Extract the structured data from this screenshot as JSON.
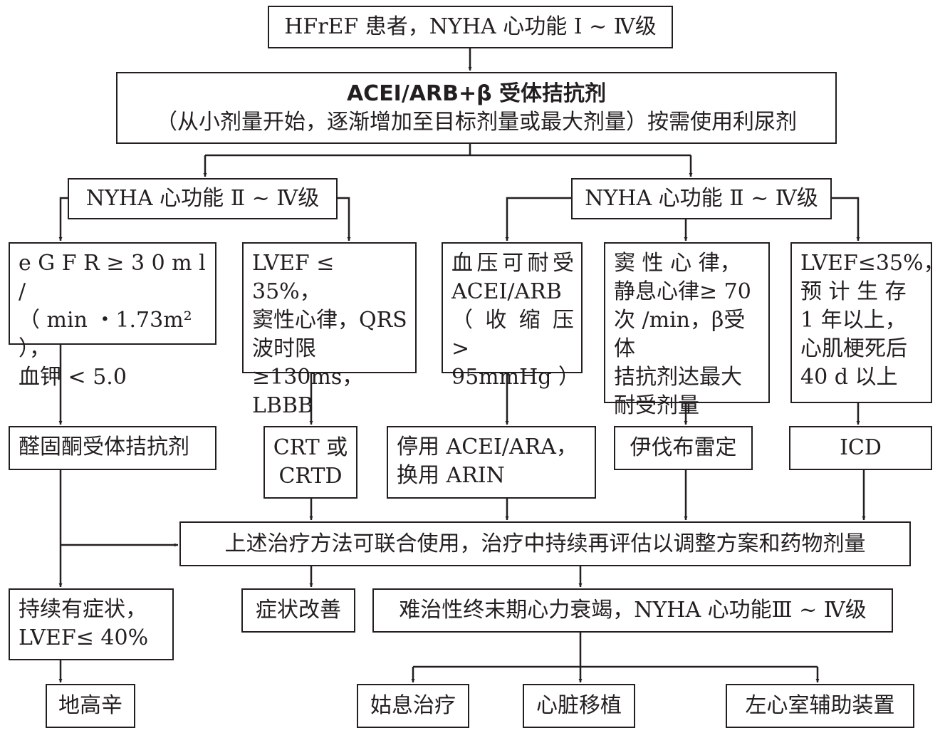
{
  "diagram": {
    "top": "HFrEF 患者，NYHA 心功能 Ⅰ ~ Ⅳ级",
    "treatment_line1": "ACEI/ARB+β 受体拮抗剂",
    "treatment_line2": "（从小剂量开始，逐渐增加至目标剂量或最大剂量）按需使用利尿剂",
    "nyha_left": "NYHA 心功能 Ⅱ ~ Ⅳ级",
    "nyha_right": "NYHA 心功能 Ⅱ ~ Ⅳ级",
    "cond_egfr": "e G F R ≥ 3 0 m l /\n（ min ・1.73m² ），\n血钾 < 5.0",
    "cond_lvef_qrs": "LVEF ≤ 35%，\n窦性心律，QRS\n波时限≥130ms，\nLBBB",
    "cond_bp": "血压可耐受\nACEI/ARB\n（ 收 缩 压 >\n95mmHg ）",
    "cond_sinus": "窦 性 心 律，\n静息心律≥ 70\n次 /min，β受体\n拮抗剂达最大\n耐受剂量",
    "cond_icd": "LVEF≤35%，\n预 计 生 存\n1 年以上，\n心肌梗死后\n40 d 以上",
    "action_aldosterone": "醛固酮受体拮抗剂",
    "action_crt": "CRT 或\nCRTD",
    "action_arni": "停用 ACEI/ARA，\n换用 ARIN",
    "action_ivabradine": "伊伐布雷定",
    "action_icd": "ICD",
    "combine": "上述治疗方法可联合使用，治疗中持续再评估以调整方案和药物剂量",
    "persistent": "持续有症状，\nLVEF≤ 40%",
    "improved": "症状改善",
    "refractory": "难治性终末期心力衰竭，NYHA 心功能Ⅲ ~ Ⅳ级",
    "digoxin": "地高辛",
    "palliative": "姑息治疗",
    "transplant": "心脏移植",
    "lvad": "左心室辅助装置"
  }
}
